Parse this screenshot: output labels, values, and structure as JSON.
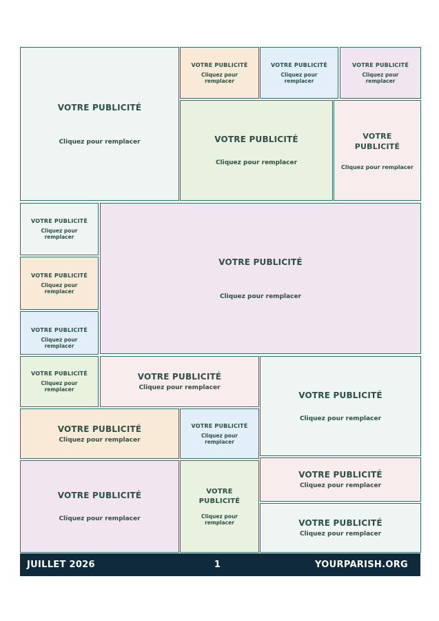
{
  "ad": {
    "title": "VOTRE PUBLICITÉ",
    "subtitle": "Cliquez pour remplacer"
  },
  "footer": {
    "date": "JUILLET 2026",
    "page": "1",
    "site": "YOURPARISH.ORG"
  },
  "colors": {
    "border": "#2f6b5e",
    "text": "#2c4f48",
    "footer_bg": "#0f2a3a",
    "green": "#eef5f2",
    "orange": "#f8ead6",
    "blue": "#e3eff8",
    "purple": "#f1e5ef",
    "lime": "#e8f2de",
    "pink": "#f9ecec"
  }
}
